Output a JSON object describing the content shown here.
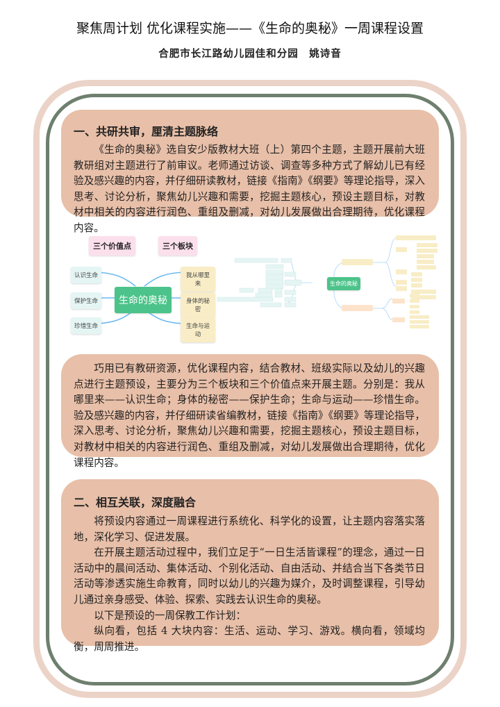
{
  "header": {
    "title": "聚焦周计划 优化课程实施——《生命的奥秘》一周课程设置",
    "author": "合肥市长江路幼儿园佳和分园　姚诗音"
  },
  "section1": {
    "heading": "一、共研共审，厘清主题脉络",
    "paragraph": "《生命的奥秘》选自安少版教材大班（上）第四个主题，主题开展前大班教研组对主题进行了前审议。老师通过访谈、调查等多种方式了解幼儿已有经验及感兴趣的内容，并仔细研读教材，链接《指南》《纲要》等理论指导，深入思考、讨论分析，聚焦幼儿兴趣和需要，挖掘主题核心，预设主题目标，对教材中相关的内容进行润色、重组及删减，对幼儿发展做出合理期待，优化课程内容。"
  },
  "mindmap1": {
    "center": "生命的奥秘",
    "value_heading": "三个价值点",
    "block_heading": "三个板块",
    "values": [
      "认识生命",
      "保护生命",
      "珍惜生命"
    ],
    "blocks": [
      "我从哪里来",
      "身体的秘密",
      "生命与运动"
    ]
  },
  "mindmap2": {
    "center": "生命的奥秘"
  },
  "section1b": {
    "paragraph": "巧用已有教研资源，优化课程内容，结合教材、班级实际以及幼儿的兴趣点进行主题预设，主要分为三个板块和三个价值点来开展主题。分别是：我从哪里来——认识生命；身体的秘密——保护生命；生命与运动——珍惜生命。验及感兴趣的内容，并仔细研读省编教材，链接《指南》《纲要》等理论指导，深入思考、讨论分析，聚焦幼儿兴趣和需要，挖掘主题核心，预设主题目标，对教材中相关的内容进行润色、重组及删减，对幼儿发展做出合理期待，优化课程内容。"
  },
  "section2": {
    "heading": "二、相互关联，深度融合",
    "paragraphs": [
      "将预设内容通过一周课程进行系统化、科学化的设置，让主题内容落实落地，深化学习、促进发展。",
      "在开展主题活动过程中，我们立足于“一日生活皆课程”的理念，通过一日活动中的晨间活动、集体活动、个别化活动、自由活动、并结合当下各类节日活动等渗透实施生命教育，同时以幼儿的兴趣为媒介，及时调整课程，引导幼儿通过亲身感受、体验、探索、实践去认识生命的奥秘。",
      "以下是预设的一周保教工作计划：",
      "纵向看，包括 4 大块内容：生活、运动、学习、游戏。横向看，领域均衡，周周推进。"
    ]
  }
}
